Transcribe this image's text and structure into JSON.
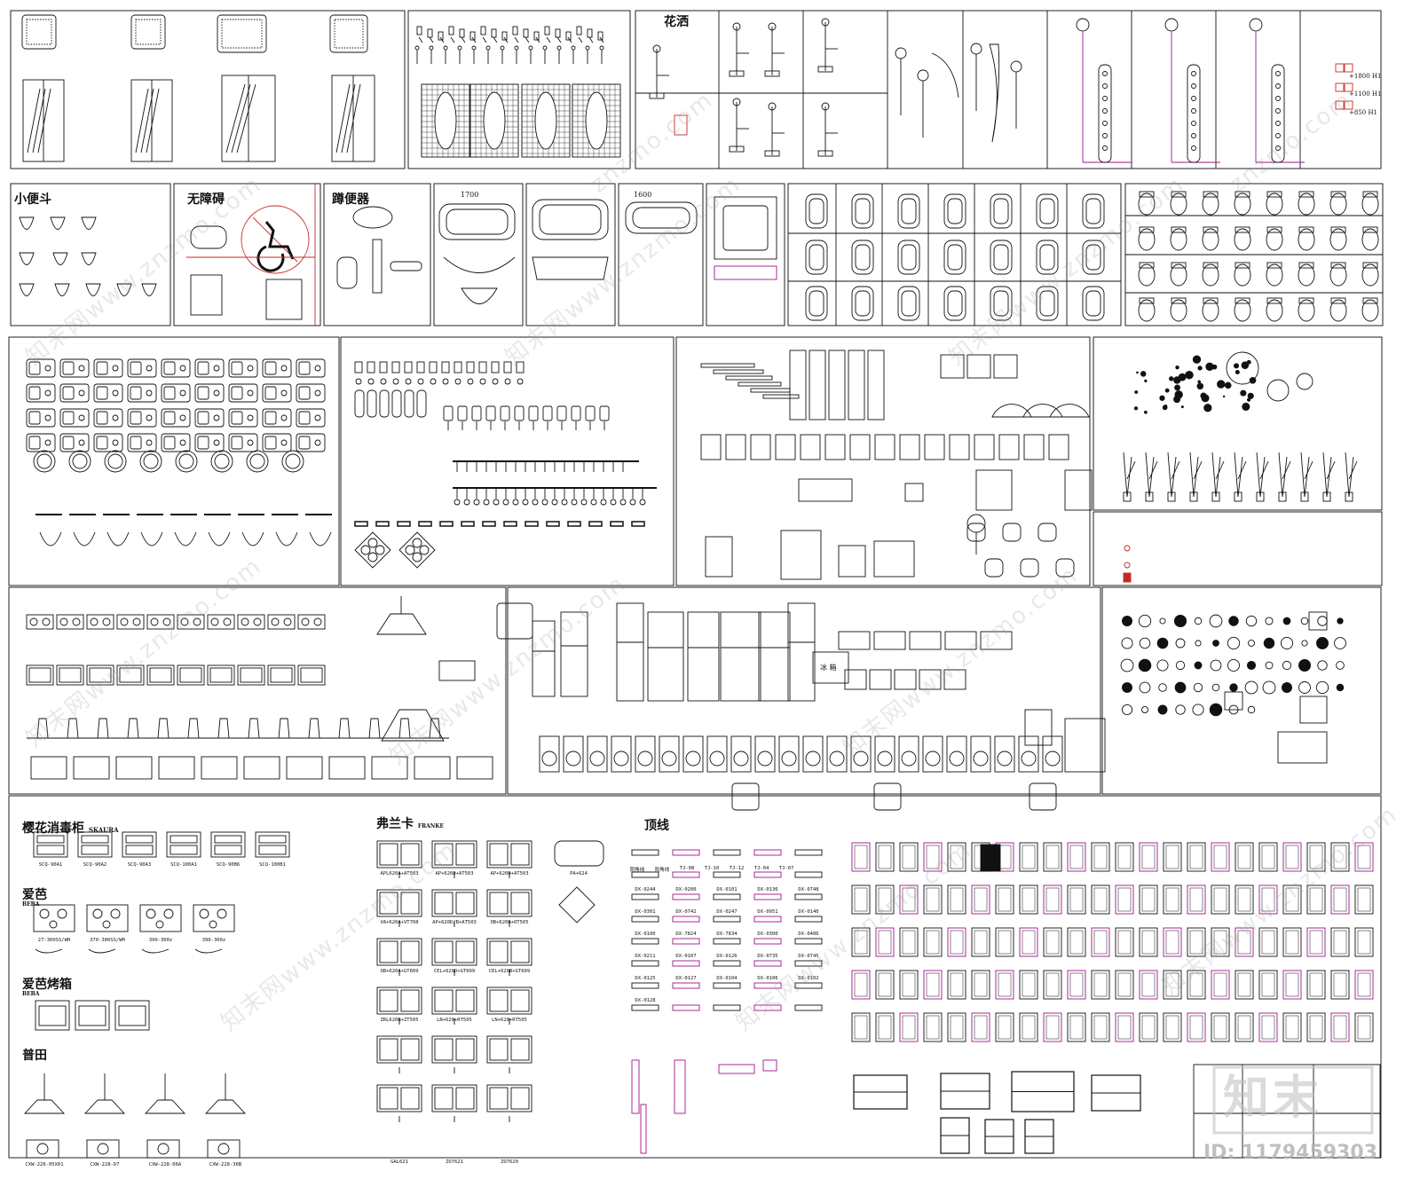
{
  "panel_labels": {
    "shower": "花洒",
    "urinal": "小便斗",
    "accessible": "无障碍",
    "squat_toilet": "蹲便器",
    "sakura_title": "樱花消毒柜",
    "sakura_sub": "SKAURA",
    "beba_title": "爱芭",
    "beba_sub": "BEBA",
    "beba_oven_title": "爱芭烤箱",
    "beba_oven_sub": "BEBA",
    "putian_title": "普田",
    "franke_title": "弗兰卡",
    "franke_sub": "FRANKE",
    "molding_title": "顶线",
    "fridge_label": "冰 箱",
    "bath_width_1": "1700",
    "bath_width_2": "1600",
    "heights": [
      "+1800 H1",
      "+1100 H1",
      "+850 H1"
    ]
  },
  "sakura_models": [
    "SCQ-90A1",
    "SCQ-90A2",
    "SCQ-90A3",
    "SCQ-100A1",
    "SCQ-90B6",
    "SCQ-100B1"
  ],
  "beba_models": [
    "27-300SS/WH",
    "370-300SS/WH",
    "390-300z",
    "390-300z"
  ],
  "putian_models": [
    "CXW-226-05X01",
    "CXW-228-D7",
    "CXW-228-06A",
    "CXW-228-36B"
  ],
  "franke_models": [
    "APL620A+AT503",
    "AP+620D+AT503",
    "AP+620D+AT503",
    "PA+624",
    "VA+620A+VT708",
    "AP+620D/B+AT503",
    "OB+620B+OT505",
    "OB+620A+GT609",
    "CEL+620D+GT609",
    "CEL+620B+GT609",
    "ZRL620B+ZT505",
    "LN+620+RT505",
    "LN+620+RT505",
    "GAL621",
    "ZO7621",
    "ZO7620"
  ],
  "molding_codes": [
    "阴角线",
    "阳角线",
    "TJ-08",
    "TJ-10",
    "TJ-12",
    "TJ-04",
    "TJ-07",
    "DX-0244",
    "DX-0200",
    "DX-0101",
    "DX-0136",
    "DX-0748",
    "DX-0301",
    "DX-0742",
    "DX-0247",
    "DX-0951",
    "DX-0140",
    "DX-0100",
    "DX-7824",
    "DX-7834",
    "DX-0300",
    "DX-0406",
    "DX-0211",
    "DX-0107",
    "DX-0126",
    "DX-0735",
    "DX-0745",
    "DX-0125",
    "DX-0127",
    "DX-0104",
    "DX-0106",
    "DX-0102",
    "DX-0128"
  ],
  "watermark": {
    "text": "znzmo.com",
    "text2": "知末网www.znzmo.com",
    "logo": "知末",
    "id": "ID: 1179459303"
  },
  "colors": {
    "line": "#111111",
    "accent_red": "#c62828",
    "accent_magenta": "#a0128e"
  }
}
